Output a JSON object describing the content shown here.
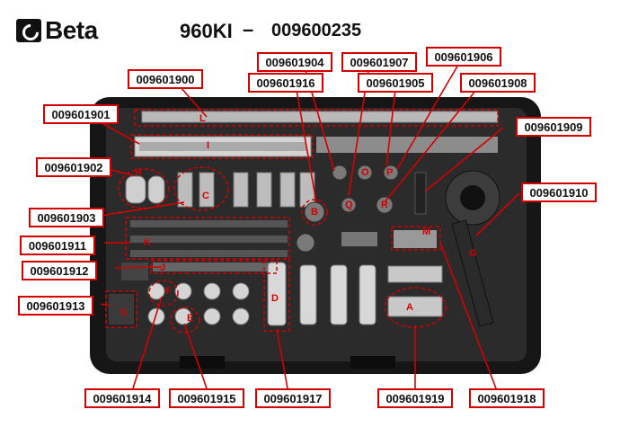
{
  "header": {
    "brand": "Beta",
    "model": "960KI",
    "dash": "–",
    "code": "009600235"
  },
  "colors": {
    "callout_red": "#d40000",
    "case_black": "#1a1a1a",
    "foam": "#2a2a2a",
    "metal": "#c8c8c8"
  },
  "labels": {
    "l900": "009601900",
    "l901": "009601901",
    "l902": "009601902",
    "l903": "009601903",
    "l904": "009601904",
    "l905": "009601905",
    "l906": "009601906",
    "l907": "009601907",
    "l908": "009601908",
    "l909": "009601909",
    "l910": "009601910",
    "l911": "009601911",
    "l912": "009601912",
    "l913": "009601913",
    "l914": "009601914",
    "l915": "009601915",
    "l916": "009601916",
    "l917": "009601917",
    "l918": "009601918",
    "l919": "009601919"
  },
  "letters": {
    "L": "L",
    "I": "I",
    "H": "H",
    "C": "C",
    "K": "K",
    "J": "J",
    "S": "S",
    "F": "F",
    "E": "E",
    "D": "D",
    "M": "M",
    "A": "A",
    "B": "B",
    "G": "G",
    "O": "O",
    "P": "P",
    "Q": "Q",
    "R": "R"
  }
}
